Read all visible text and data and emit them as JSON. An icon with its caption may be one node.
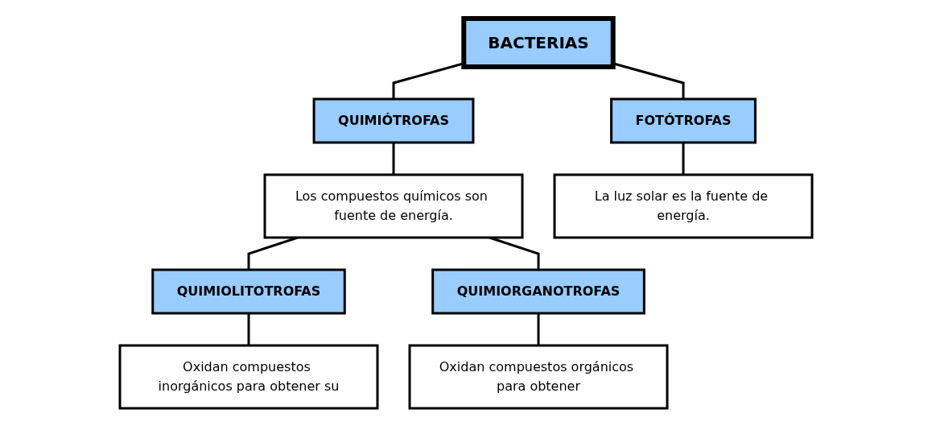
{
  "diagram": {
    "nodes": [
      {
        "text": [
          "BACTERIAS"
        ]
      },
      {
        "text": [
          "QUIMIÓTROFAS"
        ]
      },
      {
        "text": [
          "FOTÓTROFAS"
        ]
      },
      {
        "text": [
          "Los compuestos químicos son fuente de energía."
        ]
      },
      {
        "text": [
          "La luz solar es la fuente de energía."
        ]
      },
      {
        "text": [
          "QUIMIOLITOTROFAS"
        ]
      },
      {
        "text": [
          "QUIMIORGANOTROFAS"
        ]
      },
      {
        "text": [
          "Oxidan compuestos inorgánicos para obtener su"
        ]
      },
      {
        "text": [
          "Oxidan compuestos orgánicos para obtener"
        ]
      }
    ],
    "edges": [
      {
        "from": 0,
        "to": 1,
        "arrow": "none"
      },
      {
        "from": 0,
        "to": 2,
        "arrow": "none"
      },
      {
        "from": 1,
        "to": 3,
        "arrow": "none"
      },
      {
        "from": 2,
        "to": 4,
        "arrow": "none"
      },
      {
        "from": 3,
        "to": 5,
        "arrow": "none"
      },
      {
        "from": 3,
        "to": 6,
        "arrow": "none"
      },
      {
        "from": 5,
        "to": 7,
        "arrow": "none"
      },
      {
        "from": 6,
        "to": 8,
        "arrow": "none"
      }
    ]
  }
}
